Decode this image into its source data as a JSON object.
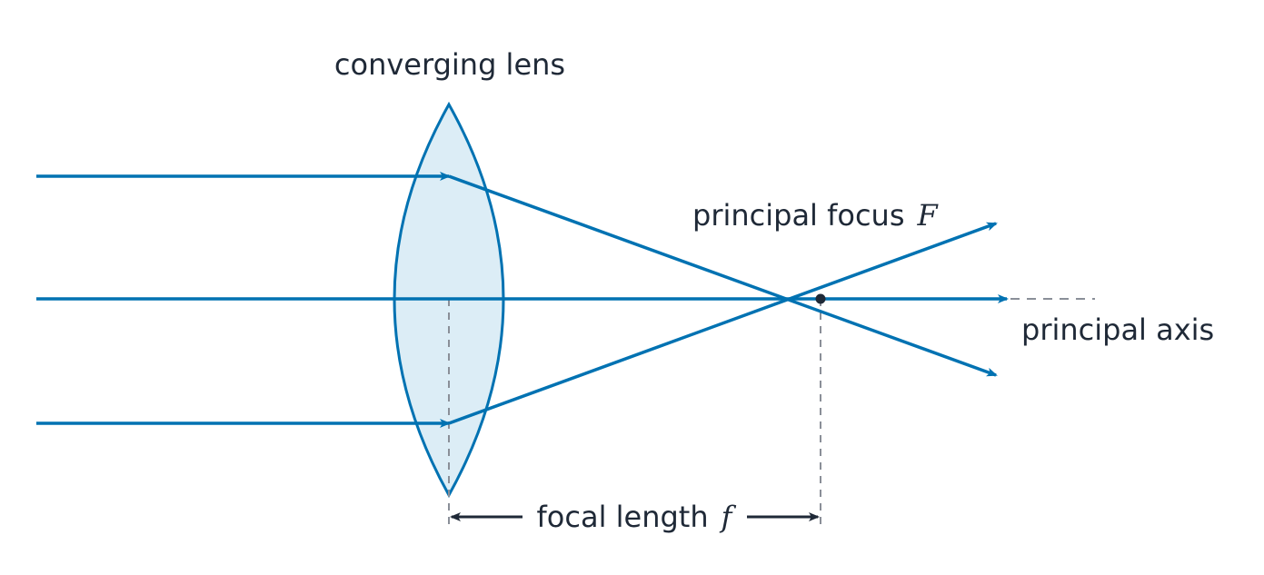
{
  "labels": {
    "lens": "converging lens",
    "focus_text": "principal focus",
    "focus_symbol": "F",
    "axis": "principal axis",
    "focal_length_text": "focal length",
    "focal_length_symbol": "f"
  },
  "colors": {
    "ray": "#0072b2",
    "lens_fill": "#dcedf6",
    "lens_stroke": "#0072b2",
    "guide": "#8a8f98",
    "text": "#1f2937",
    "dimension": "#1f2937"
  }
}
